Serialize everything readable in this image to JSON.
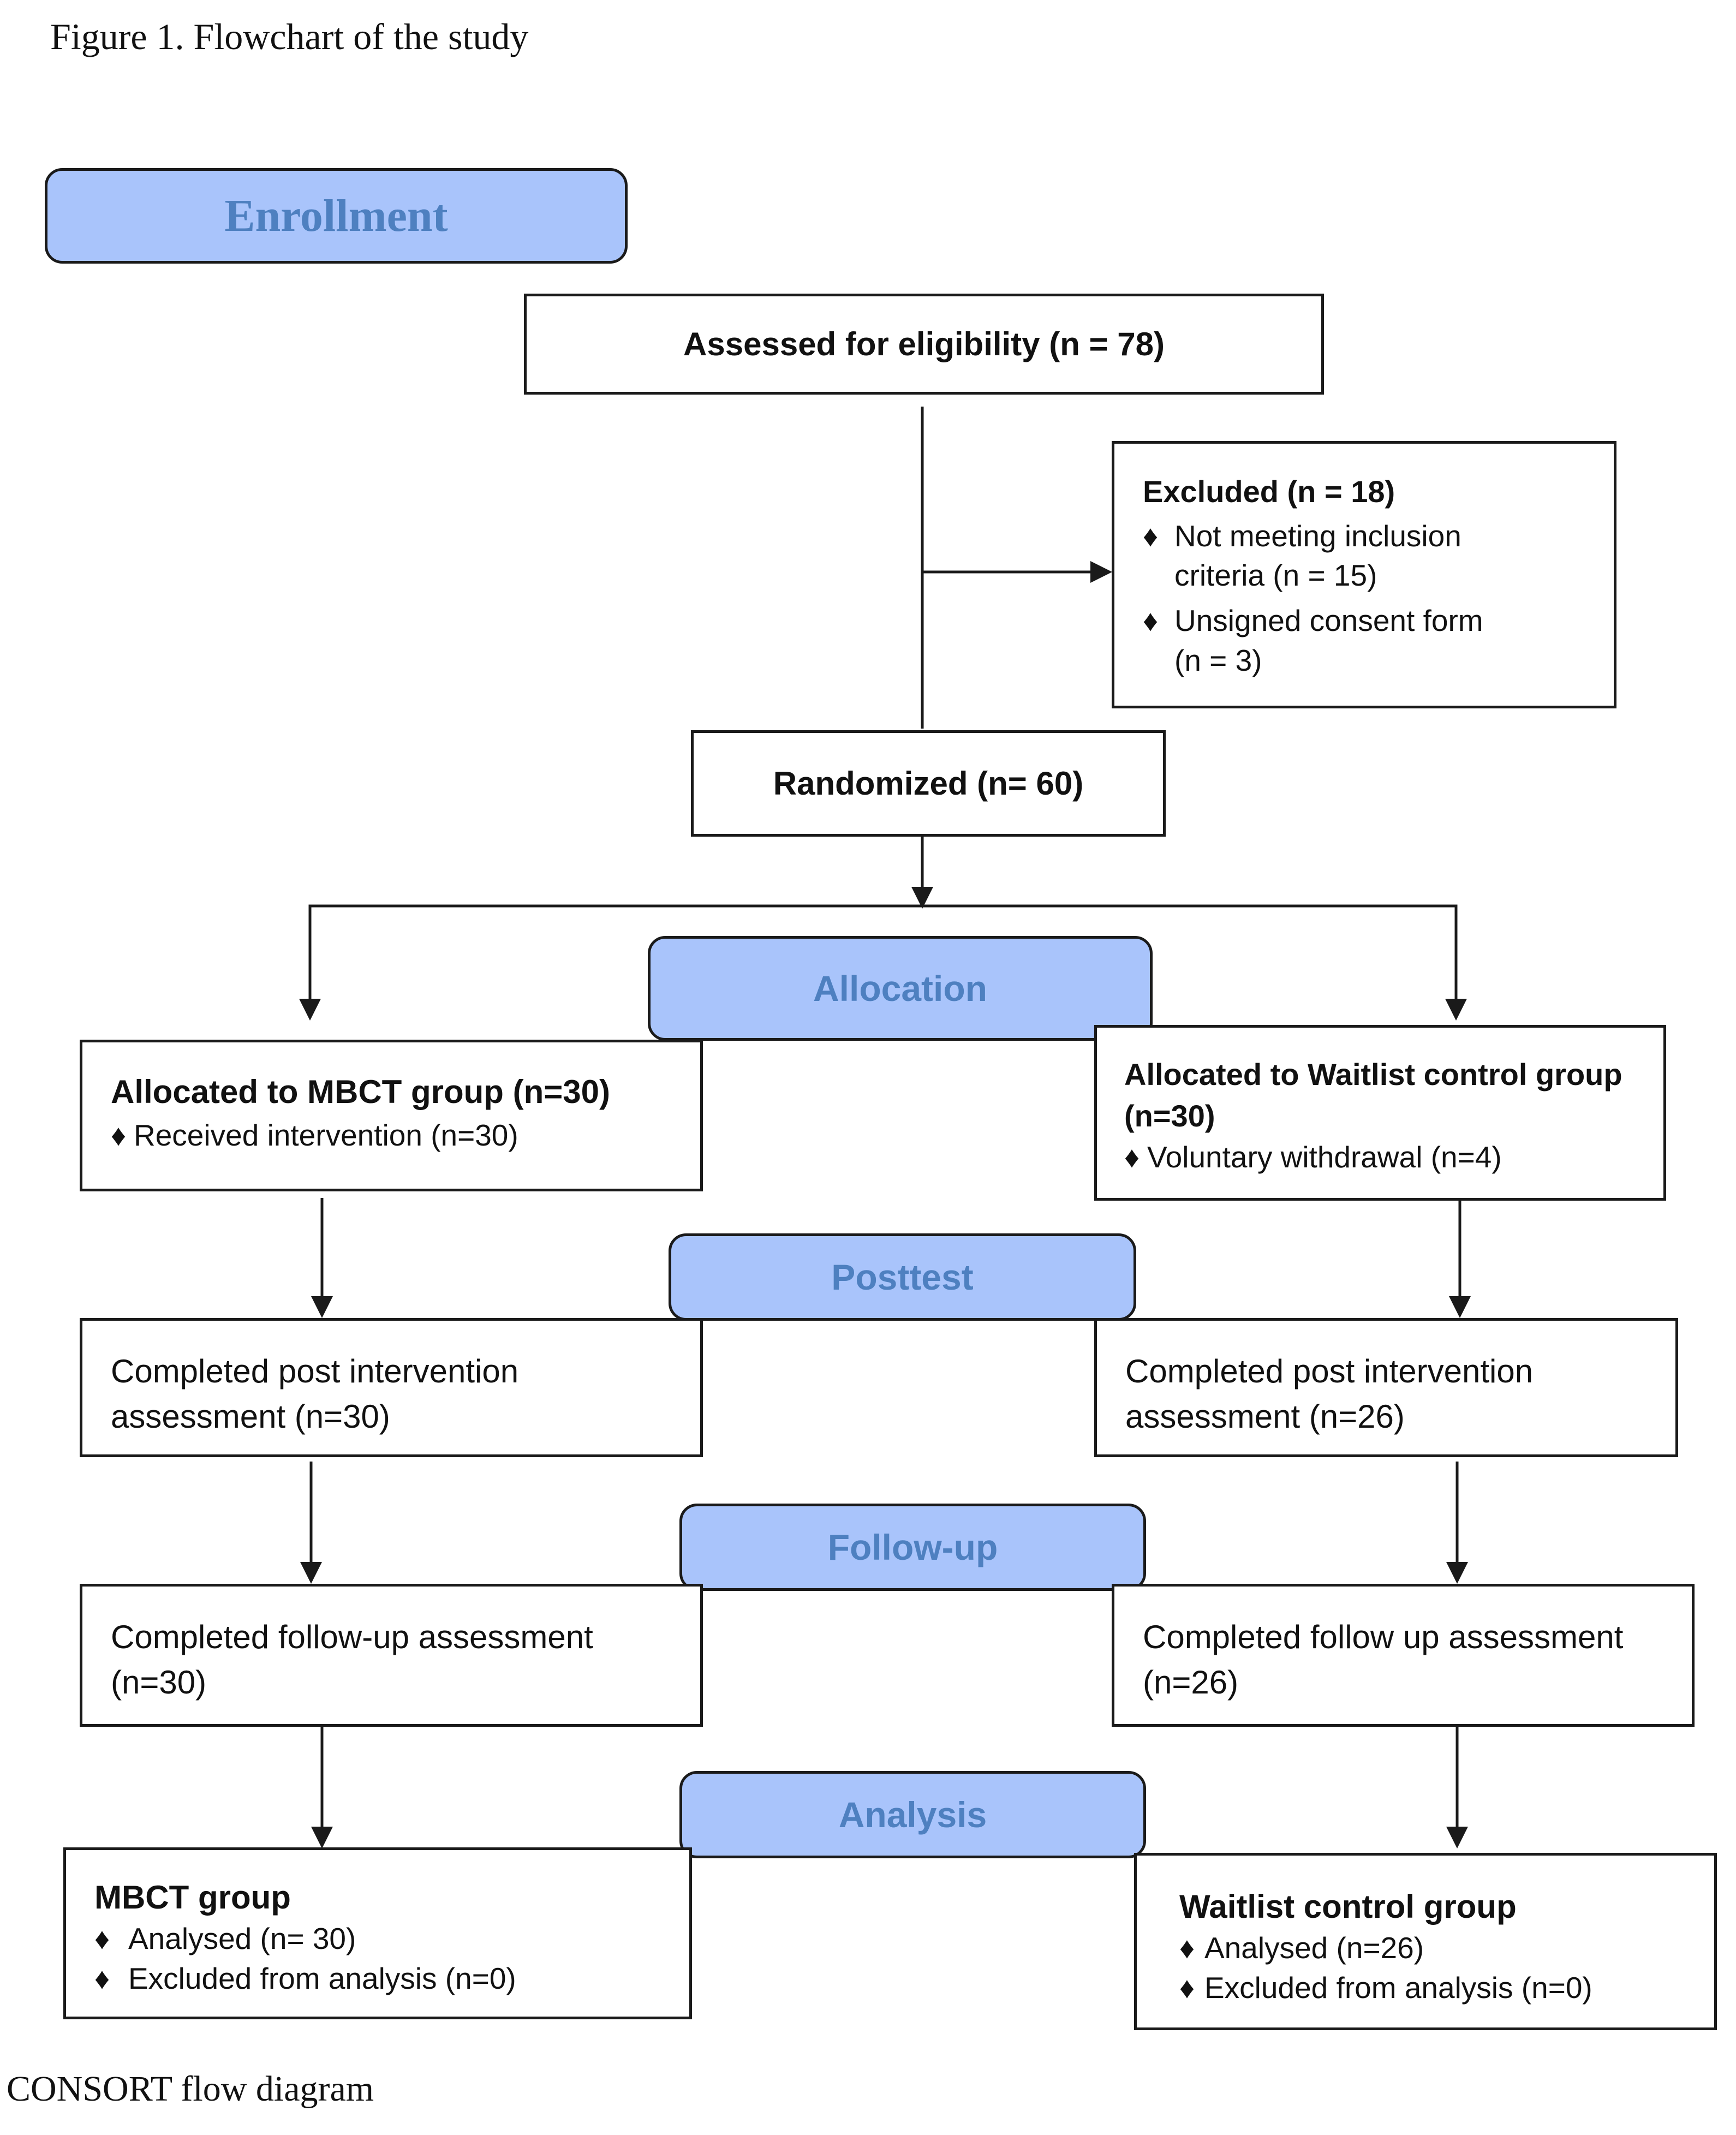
{
  "figure_title": "Figure 1. Flowchart of the study",
  "footer_caption": "CONSORT flow diagram",
  "stages": {
    "enrollment": "Enrollment",
    "allocation": "Allocation",
    "posttest": "Posttest",
    "followup": "Follow-up",
    "analysis": "Analysis"
  },
  "boxes": {
    "assessed": "Assessed for eligibility (n = 78)",
    "excluded": {
      "title": "Excluded (n = 18)",
      "items": [
        "Not meeting inclusion\n  criteria (n = 15)",
        "Unsigned consent form\n  (n = 3)"
      ]
    },
    "randomized": "Randomized (n= 60)",
    "mbct_allocated": {
      "title": "Allocated to MBCT group (n=30)",
      "items": [
        "Received intervention (n=30)"
      ]
    },
    "waitlist_allocated": {
      "title": "Allocated to Waitlist control group (n=30)",
      "items": [
        "Voluntary withdrawal (n=4)"
      ]
    },
    "mbct_posttest": "Completed post intervention assessment (n=30)",
    "waitlist_posttest": "Completed post intervention assessment (n=26)",
    "mbct_followup": "Completed follow-up assessment (n=30)",
    "waitlist_followup": "Completed follow up assessment (n=26)",
    "mbct_analysis": {
      "title": "MBCT group",
      "items": [
        "Analysed  (n= 30)",
        "Excluded from analysis (n=0)"
      ]
    },
    "waitlist_analysis": {
      "title": "Waitlist control group",
      "items": [
        "Analysed (n=26)",
        "Excluded from analysis (n=0)"
      ]
    }
  },
  "colors": {
    "stage_fill": "#a9c4fb",
    "stage_text": "#4e80c0",
    "line": "#1a1a1a"
  }
}
